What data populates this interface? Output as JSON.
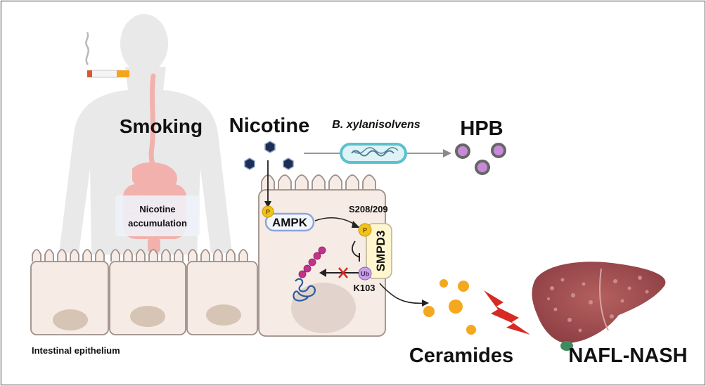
{
  "labels": {
    "smoking": "Smoking",
    "nicotine": "Nicotine",
    "bacteria": "B. xylanisolvens",
    "hpb": "HPB",
    "accumulation_line1": "Nicotine",
    "accumulation_line2": "accumulation",
    "ampk": "AMPK",
    "site": "S208/209",
    "smpd3": "SMPD3",
    "k103": "K103",
    "ceramides": "Ceramides",
    "nafl": "NAFL-NASH",
    "epithelium": "Intestinal epithelium",
    "p": "P",
    "ub": "Ub"
  },
  "colors": {
    "body": "#e9e9e9",
    "gut": "#f2b1ad",
    "cell_fill": "#f6ebe5",
    "cell_stroke": "#9c8e88",
    "nucleus": "#e2d3cc",
    "nicotine_hex": "#1d2f55",
    "phospho": "#f1c21b",
    "ubiquitin": "#c9a2e8",
    "ceramide": "#f4a81f",
    "liver": "#a24f52",
    "lightning": "#d62a24",
    "hpb_ring": "#666666",
    "hpb_core": "#c88ad8",
    "bacteria_ring": "#5bc1cd"
  },
  "icons": [
    "cigarette-icon",
    "nicotine-molecule-icon",
    "bacterium-icon",
    "lightning-icon",
    "liver-icon",
    "protein-icon",
    "ubiquitin-chain-icon"
  ]
}
